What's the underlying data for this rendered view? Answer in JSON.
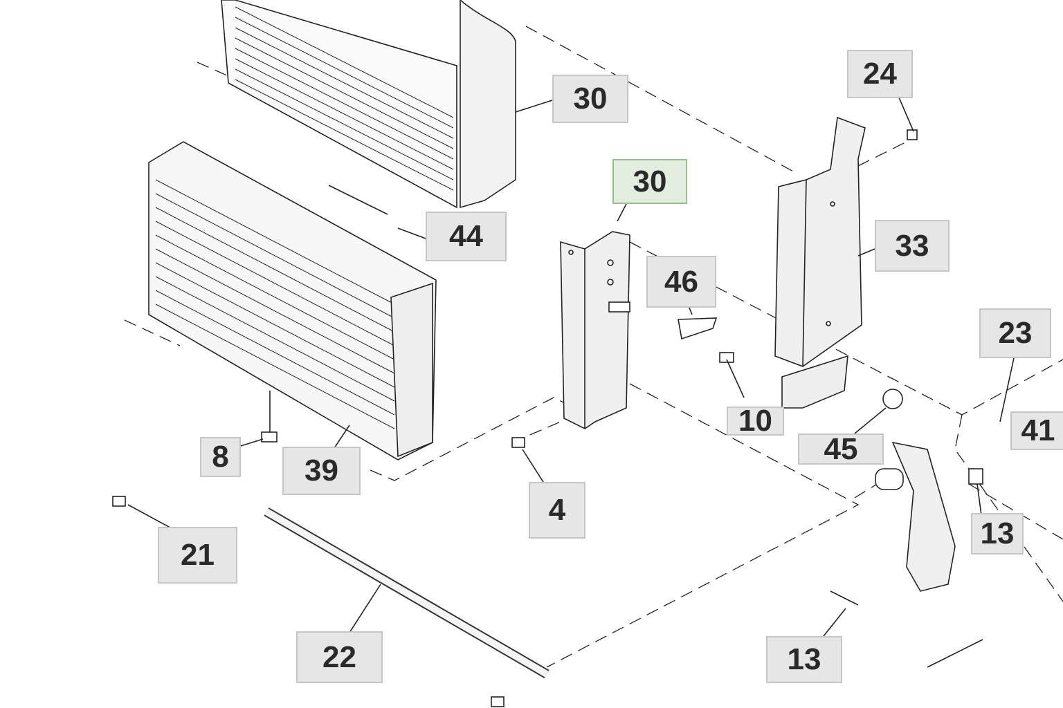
{
  "diagram": {
    "selected_callout": "30",
    "colors": {
      "callout_bg": "#e6e6e6",
      "callout_selected_bg": "#e2ecdf",
      "callout_selected_border": "#93c08c"
    },
    "callouts": [
      {
        "id": "c30a",
        "label": "30"
      },
      {
        "id": "c30b",
        "label": "30"
      },
      {
        "id": "c24",
        "label": "24"
      },
      {
        "id": "c44",
        "label": "44"
      },
      {
        "id": "c33",
        "label": "33"
      },
      {
        "id": "c46",
        "label": "46"
      },
      {
        "id": "c23",
        "label": "23"
      },
      {
        "id": "c41",
        "label": "41"
      },
      {
        "id": "c10",
        "label": "10"
      },
      {
        "id": "c45",
        "label": "45"
      },
      {
        "id": "c8",
        "label": "8"
      },
      {
        "id": "c39",
        "label": "39"
      },
      {
        "id": "c4",
        "label": "4"
      },
      {
        "id": "c13a",
        "label": "13"
      },
      {
        "id": "c21",
        "label": "21"
      },
      {
        "id": "c22",
        "label": "22"
      },
      {
        "id": "c13b",
        "label": "13"
      }
    ]
  }
}
